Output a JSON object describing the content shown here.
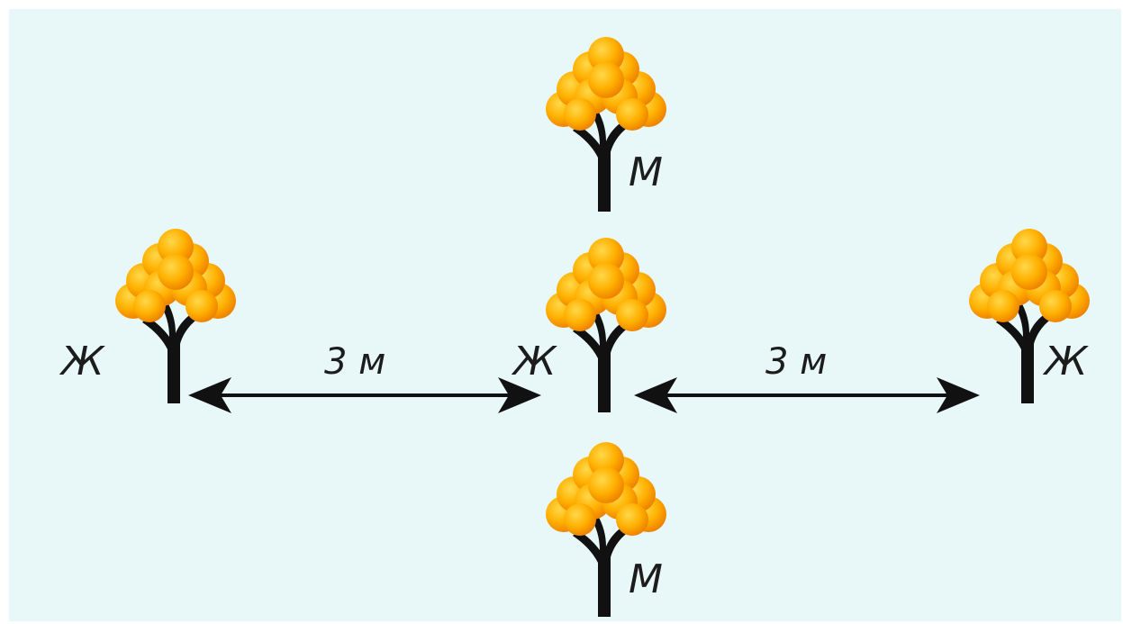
{
  "trees": [
    {
      "id": "top",
      "sex_label": "М"
    },
    {
      "id": "left",
      "sex_label": "Ж"
    },
    {
      "id": "center",
      "sex_label": "Ж"
    },
    {
      "id": "right",
      "sex_label": "Ж"
    },
    {
      "id": "bottom",
      "sex_label": "М"
    }
  ],
  "distances": [
    {
      "label": "3 м"
    },
    {
      "label": "3 м"
    }
  ],
  "colors": {
    "background": "#e8f8f8",
    "fruit_light": "#ffc21a",
    "fruit_dark": "#f08a00",
    "trunk": "#111111",
    "arrow": "#111111"
  }
}
